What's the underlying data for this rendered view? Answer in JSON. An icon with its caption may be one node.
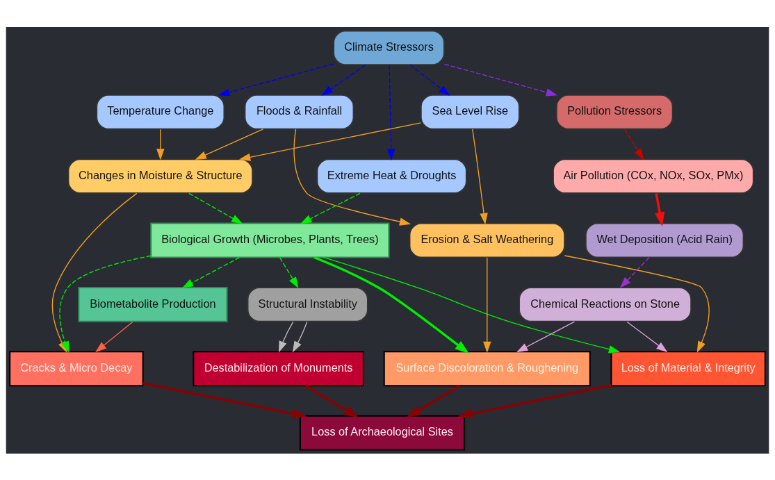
{
  "diagram": {
    "nodes": [
      {
        "text": [
          "Climate Stressors"
        ]
      },
      {
        "text": [
          "Temperature Change"
        ]
      },
      {
        "text": [
          "Sea Level Rise"
        ]
      },
      {
        "text": [
          "Floods & Rainfall"
        ]
      },
      {
        "text": [
          "Pollution Stressors"
        ]
      },
      {
        "text": [
          "Changes in Moisture & Structure"
        ]
      },
      {
        "text": [
          "Extreme Heat & Droughts"
        ]
      },
      {
        "text": [
          "Air Pollution (COx, NOx, SOx, PMx)"
        ]
      },
      {
        "text": [
          "Biological Growth (Microbes, Plants, Trees)"
        ]
      },
      {
        "text": [
          "Erosion & Salt Weathering"
        ]
      },
      {
        "text": [
          "Wet Deposition (Acid Rain)"
        ]
      },
      {
        "text": [
          "Biometabolite Production"
        ]
      },
      {
        "text": [
          "Structural Instability"
        ]
      },
      {
        "text": [
          "Chemical Reactions on Stone"
        ]
      },
      {
        "text": [
          "Cracks & Micro Decay"
        ]
      },
      {
        "text": [
          "Destabilization of Monuments"
        ]
      },
      {
        "text": [
          "Surface Discoloration & Roughening"
        ]
      },
      {
        "text": [
          "Loss of Material & Integrity"
        ]
      },
      {
        "text": [
          "Loss of Archaeological Sites"
        ]
      }
    ],
    "edges": [
      {
        "from": 0,
        "to": 1,
        "arrow": "to",
        "style": "dashed",
        "color": "#0000ee"
      },
      {
        "from": 0,
        "to": 2,
        "arrow": "to",
        "style": "dashed",
        "color": "#0000ee"
      },
      {
        "from": 0,
        "to": 3,
        "arrow": "to",
        "style": "dashed",
        "color": "#0000ee"
      },
      {
        "from": 0,
        "to": 6,
        "arrow": "to",
        "style": "dashed",
        "color": "#0000ee"
      },
      {
        "from": 0,
        "to": 4,
        "arrow": "to",
        "style": "dashed",
        "color": "#8a2be2"
      },
      {
        "from": 4,
        "to": 7,
        "arrow": "to",
        "style": "dashed",
        "color": "#cc0000"
      },
      {
        "from": 1,
        "to": 5,
        "arrow": "to",
        "color": "#f0a020"
      },
      {
        "from": 2,
        "to": 5,
        "arrow": "to",
        "color": "#f0a020"
      },
      {
        "from": 3,
        "to": 5,
        "arrow": "to",
        "color": "#f0a020"
      },
      {
        "from": 2,
        "to": 9,
        "arrow": "to",
        "color": "#f0a020"
      },
      {
        "from": 3,
        "to": 9,
        "arrow": "to",
        "color": "#f0a020"
      },
      {
        "from": 5,
        "to": 8,
        "arrow": "to",
        "style": "dashed",
        "color": "#00ee00"
      },
      {
        "from": 6,
        "to": 8,
        "arrow": "to",
        "style": "dashed",
        "color": "#00ee00"
      },
      {
        "from": 5,
        "to": 14,
        "arrow": "to",
        "color": "#f0a020"
      },
      {
        "from": 7,
        "to": 10,
        "arrow": "to",
        "style": "thick",
        "color": "#ee1111"
      },
      {
        "from": 10,
        "to": 13,
        "arrow": "to",
        "style": "dashed",
        "color": "#9932cc"
      },
      {
        "from": 8,
        "to": 11,
        "arrow": "to",
        "style": "dashed",
        "color": "#00ee00"
      },
      {
        "from": 8,
        "to": 14,
        "arrow": "to",
        "style": "dashed",
        "color": "#00ee00"
      },
      {
        "from": 8,
        "to": 12,
        "arrow": "to",
        "style": "dashed",
        "color": "#00ee00"
      },
      {
        "from": 8,
        "to": 16,
        "arrow": "to",
        "style": "thick",
        "color": "#00ee00"
      },
      {
        "from": 8,
        "to": 17,
        "arrow": "to",
        "color": "#00ee00"
      },
      {
        "from": 9,
        "to": 16,
        "arrow": "to",
        "color": "#f0a020"
      },
      {
        "from": 9,
        "to": 17,
        "arrow": "to",
        "color": "#f0a020"
      },
      {
        "from": 13,
        "to": 16,
        "arrow": "to",
        "color": "#dda0dd"
      },
      {
        "from": 13,
        "to": 17,
        "arrow": "to",
        "color": "#dda0dd"
      },
      {
        "from": 11,
        "to": 14,
        "arrow": "to",
        "color": "#ff6347"
      },
      {
        "from": 12,
        "to": 15,
        "arrow": "to",
        "color": "#bbbbbb"
      },
      {
        "from": 12,
        "to": 15,
        "arrow": "to",
        "color": "#bbbbbb"
      },
      {
        "from": 14,
        "to": 18,
        "arrow": "to",
        "style": "thick",
        "color": "#8b0000"
      },
      {
        "from": 15,
        "to": 18,
        "arrow": "to",
        "style": "thick",
        "color": "#8b0000"
      },
      {
        "from": 16,
        "to": 18,
        "arrow": "to",
        "style": "thick",
        "color": "#8b0000"
      },
      {
        "from": 17,
        "to": 18,
        "arrow": "to",
        "style": "thick",
        "color": "#8b0000"
      }
    ]
  }
}
